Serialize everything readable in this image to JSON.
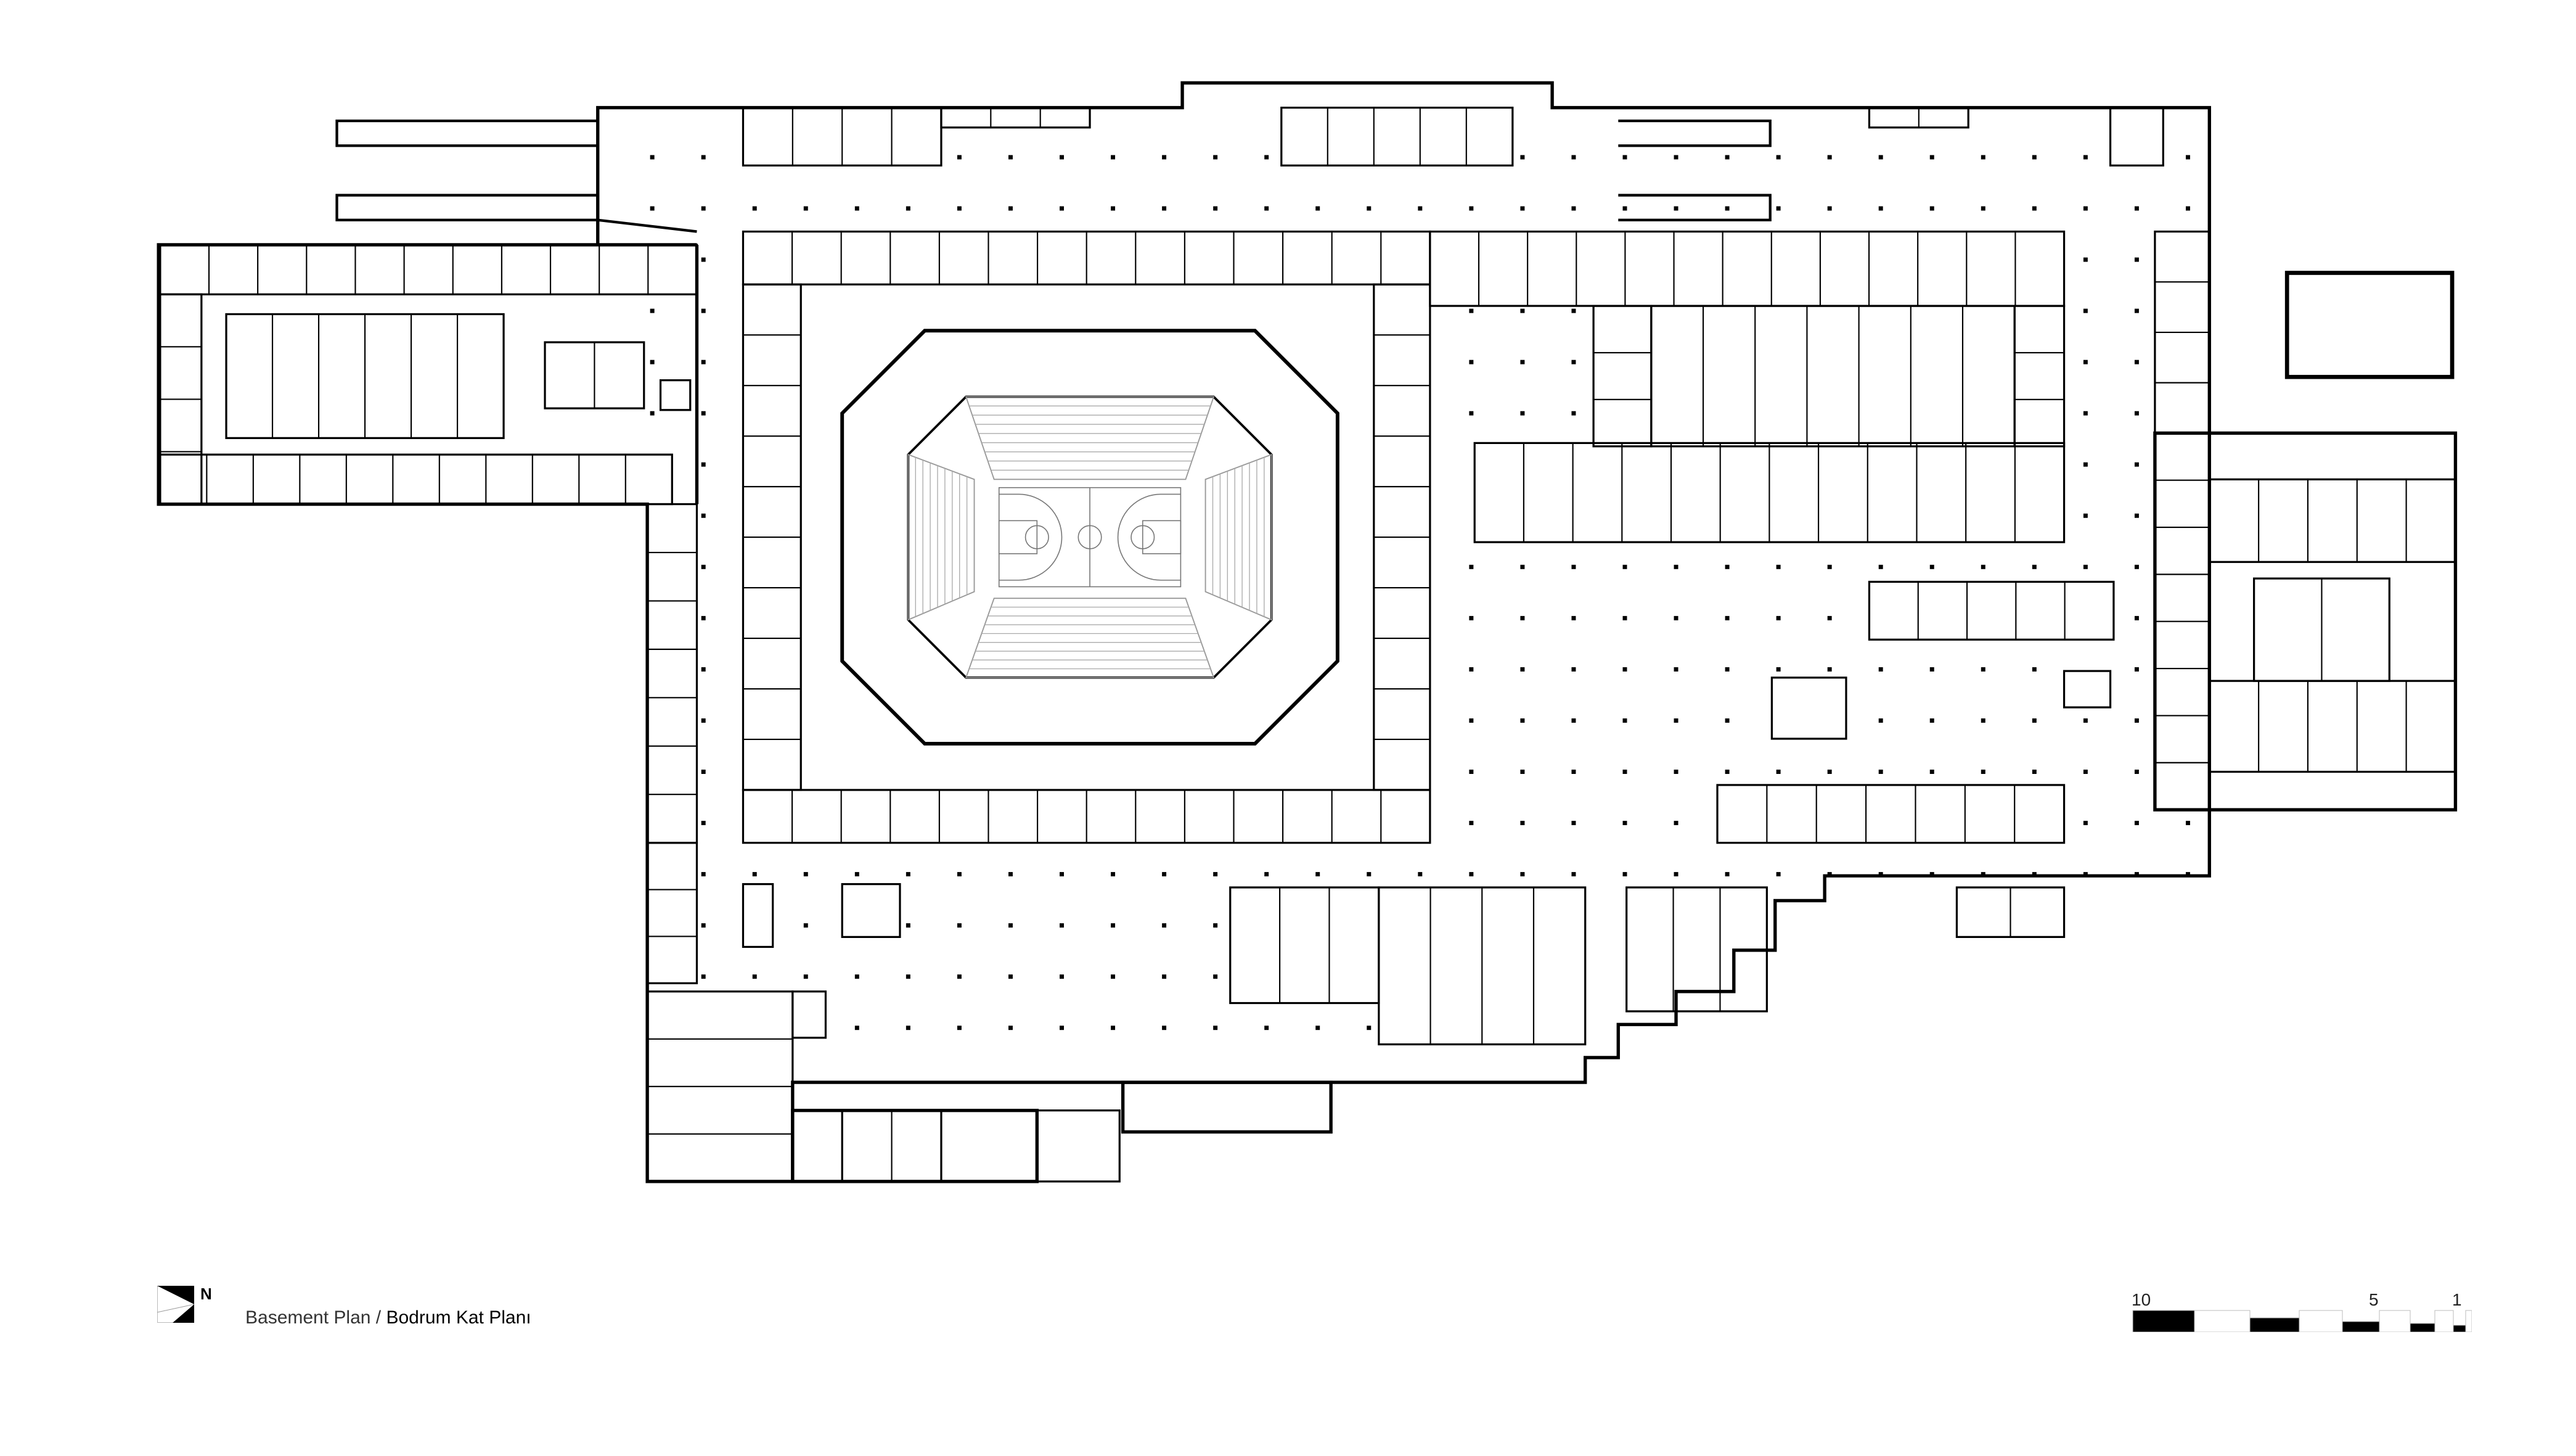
{
  "drawing": {
    "title_en": "Basement Plan",
    "separator": " / ",
    "title_tr": "Bodrum Kat Planı",
    "north_label": "N",
    "scale_labels": [
      "10",
      "5",
      "1"
    ],
    "colors": {
      "line": "#000000",
      "fine_line": "#888888",
      "background": "#ffffff"
    }
  }
}
